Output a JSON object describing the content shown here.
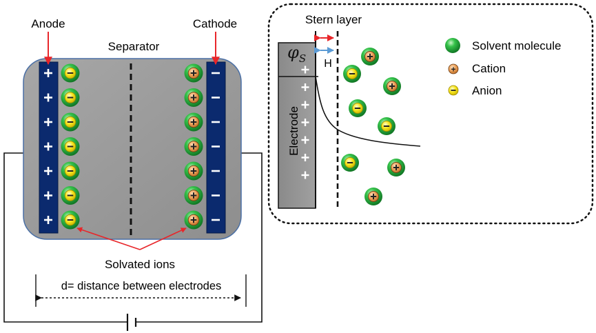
{
  "labels": {
    "anode": "Anode",
    "cathode": "Cathode",
    "separator": "Separator",
    "solvated_ions": "Solvated ions",
    "distance": "d= distance between electrodes",
    "stern_layer": "Stern layer",
    "h": "H",
    "phi": "φ",
    "phi_sub": "S",
    "electrode": "Electrode"
  },
  "legend": {
    "solvent": "Solvent molecule",
    "cation": "Cation",
    "anion": "Anion"
  },
  "symbols": {
    "plus": "+",
    "minus": "−"
  },
  "colors": {
    "cell_gray": "#9e9e9e",
    "electrode_navy": "#0b2a6e",
    "solvent_green": "#1fa83a",
    "anion_yellow": "#f5e400",
    "cation_orange": "#e9a25a",
    "arrow_red": "#e8262a",
    "arrow_blue": "#5b9bd5",
    "cell_border": "#4a6fa5"
  },
  "cell_ion_rows": 7,
  "electrode_plus_count": 7
}
